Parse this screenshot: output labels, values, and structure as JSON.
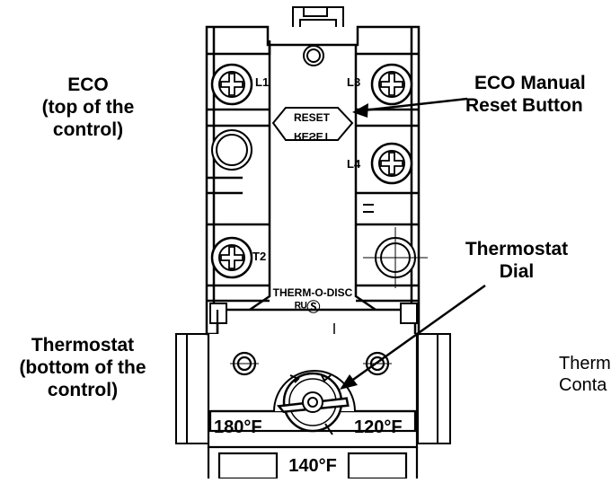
{
  "callouts": {
    "eco": {
      "line1": "ECO",
      "line2": "(top of the",
      "line3": "control)"
    },
    "eco_reset": {
      "line1": "ECO Manual",
      "line2": "Reset Button"
    },
    "thermostat_dial": {
      "line1": "Thermostat",
      "line2": "Dial"
    },
    "thermostat": {
      "line1": "Thermostat",
      "line2": "(bottom of the",
      "line3": "control)"
    },
    "truncated": {
      "line1": "Therm",
      "line2": "Conta"
    }
  },
  "terminals": {
    "l1": "L1",
    "l3": "L3",
    "l4": "L4",
    "t2": "T2"
  },
  "reset_button": {
    "text": "RESET",
    "text_mirrored": "RESET"
  },
  "brand": {
    "name": "THERM-O-DISC",
    "cert_mark": "ᴿᵁⓈ"
  },
  "dial_settings": {
    "left": "180°F",
    "right": "120°F",
    "bottom": "140°F"
  }
}
